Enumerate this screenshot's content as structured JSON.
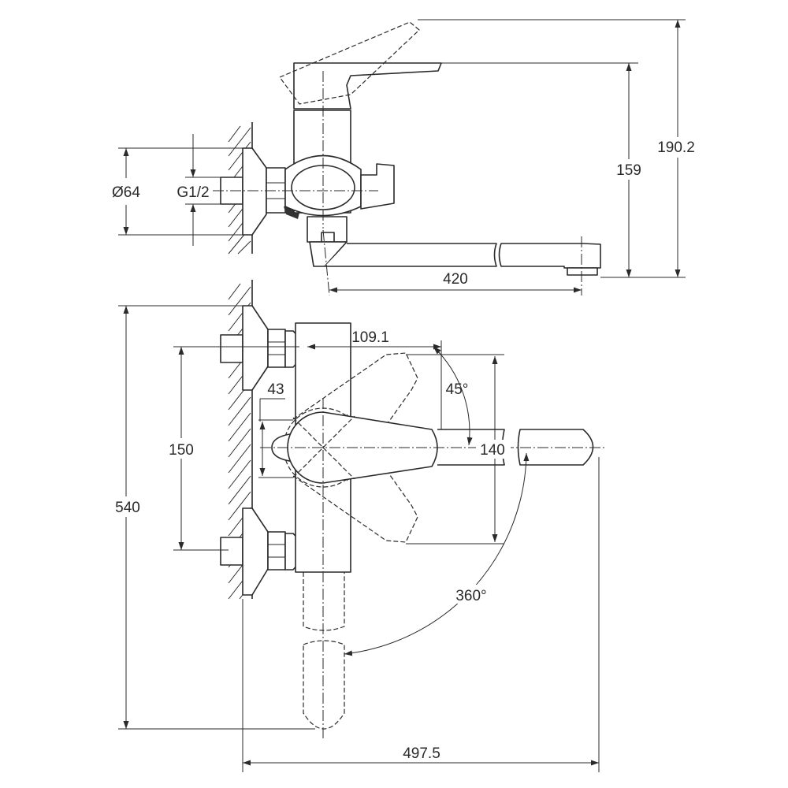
{
  "title": "Wall-mounted bath mixer dimensional drawing",
  "dimensions": {
    "flange_diameter": "Ø64",
    "thread": "G1/2",
    "height_to_spout": "159",
    "total_height": "190.2",
    "spout_reach": "420",
    "lever_offset": "109.1",
    "lever_angle": "45°",
    "lever_width": "43",
    "inlet_spacing": "150",
    "lever_swing": "140",
    "total_length": "540",
    "spout_rotation": "360°",
    "total_width": "497.5"
  },
  "colors": {
    "line": "#2a2a2a",
    "background": "#ffffff"
  }
}
